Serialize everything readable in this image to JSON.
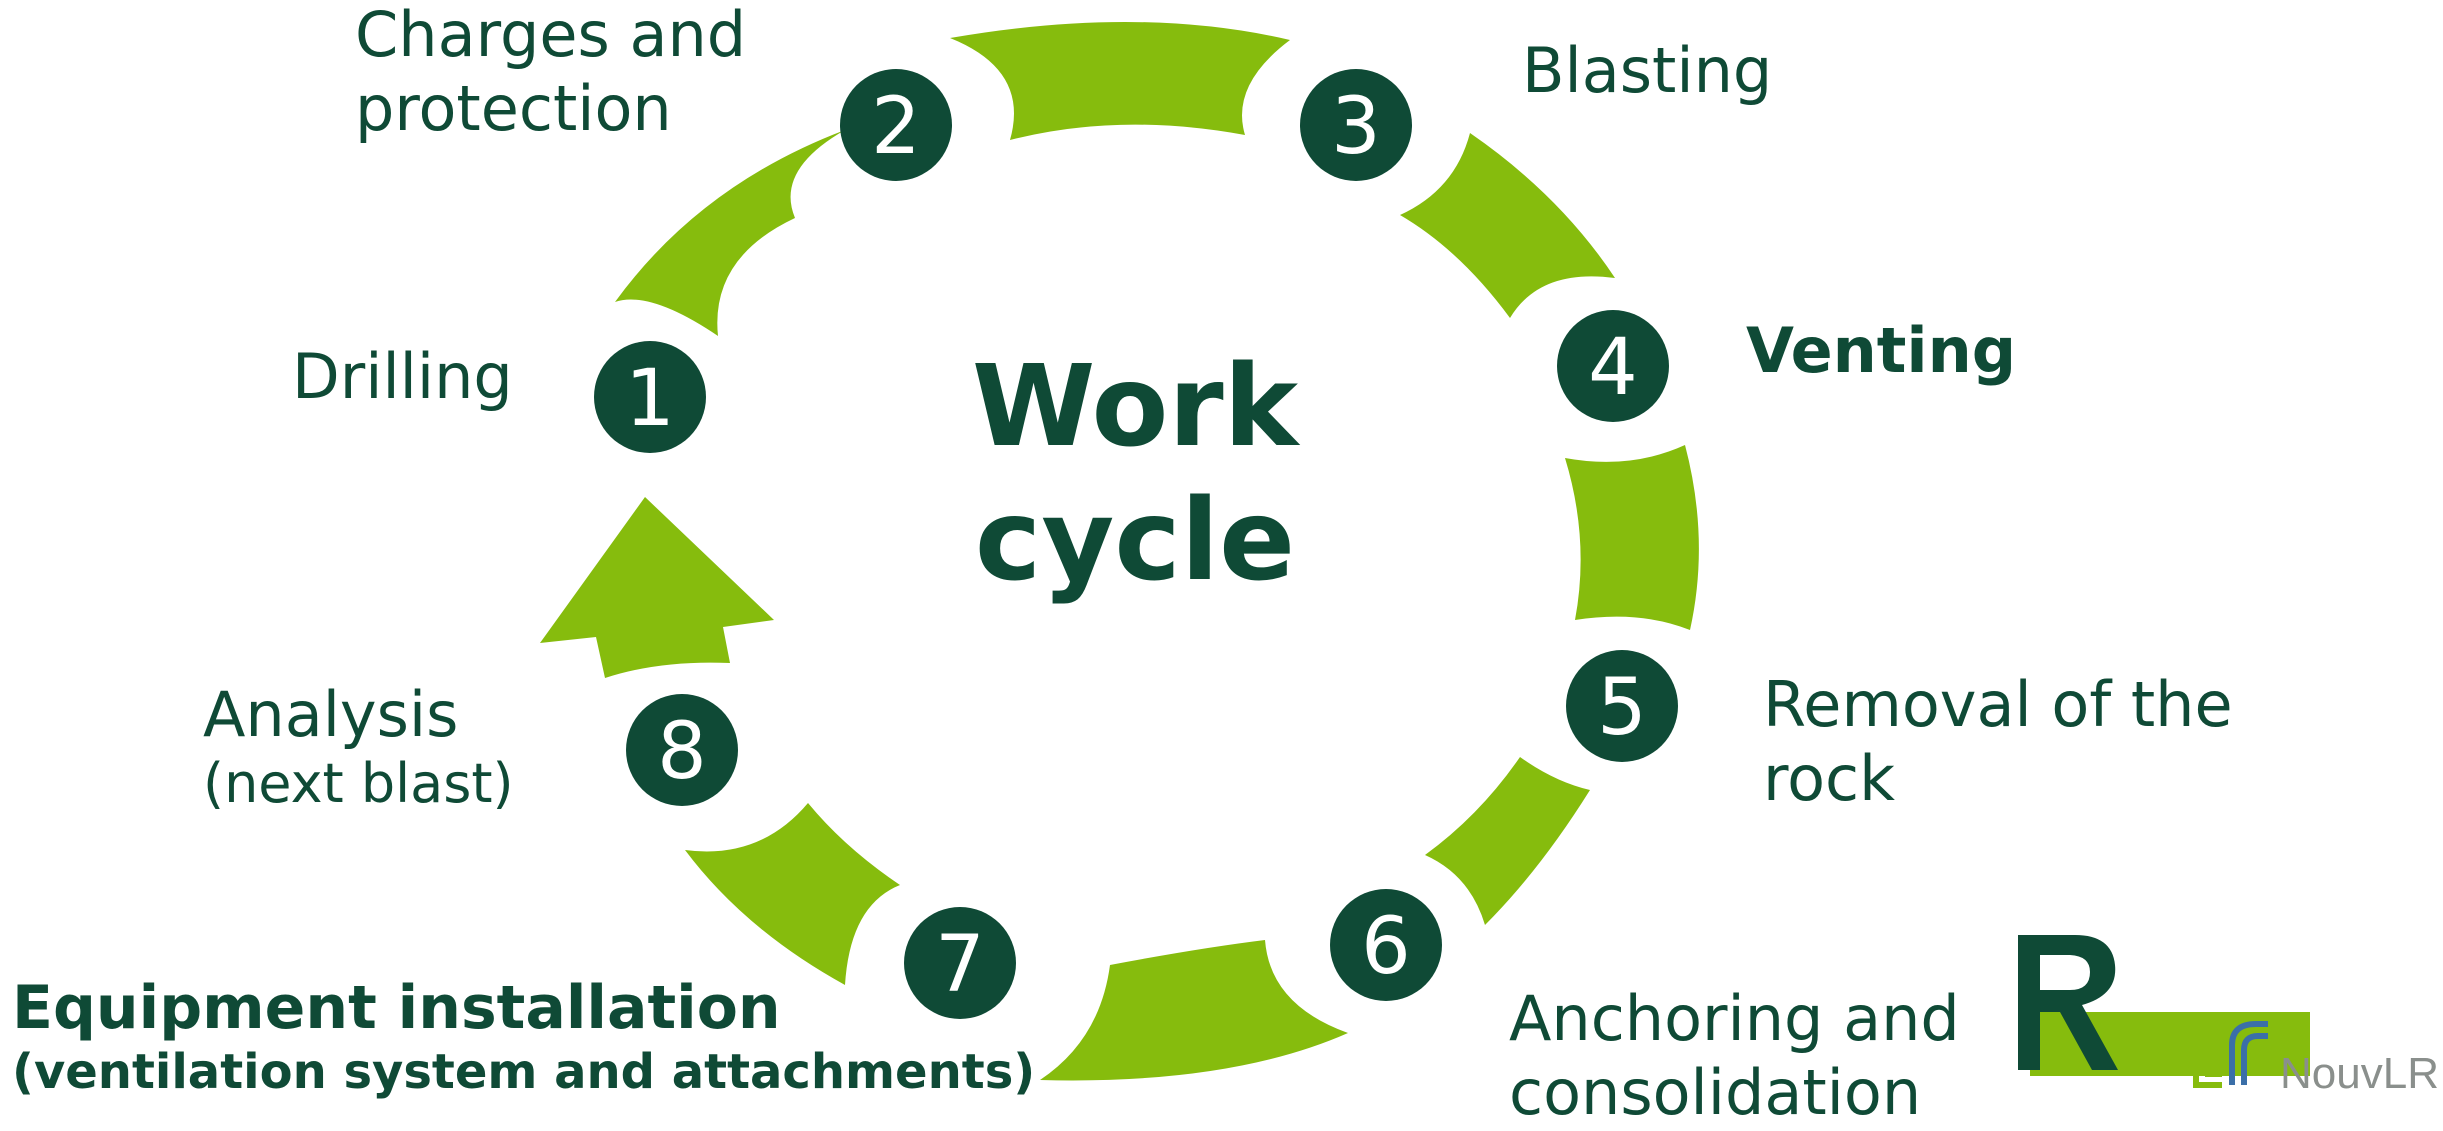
{
  "diagram": {
    "title_lines": [
      "Work",
      "cycle"
    ],
    "steps": [
      {
        "number": "1",
        "label_lines": [
          "Drilling"
        ]
      },
      {
        "number": "2",
        "label_lines": [
          "Charges and",
          "protection"
        ]
      },
      {
        "number": "3",
        "label_lines": [
          "Blasting"
        ]
      },
      {
        "number": "4",
        "label_lines": [
          "Venting"
        ]
      },
      {
        "number": "5",
        "label_lines": [
          "Removal of the",
          "rock"
        ]
      },
      {
        "number": "6",
        "label_lines": [
          "Anchoring and",
          "consolidation"
        ]
      },
      {
        "number": "7",
        "label_lines": [
          "Equipment installation",
          "(ventilation system and attachments)"
        ]
      },
      {
        "number": "8",
        "label_lines": [
          "Analysis",
          "(next blast)"
        ]
      }
    ]
  },
  "logos": {
    "secondary_text": "NouvLR"
  },
  "colors": {
    "arrow_green": "#86bc0d",
    "dark_green": "#0f4a36",
    "node_text": "#ffffff",
    "logo_gray": "#8a8f8c"
  }
}
